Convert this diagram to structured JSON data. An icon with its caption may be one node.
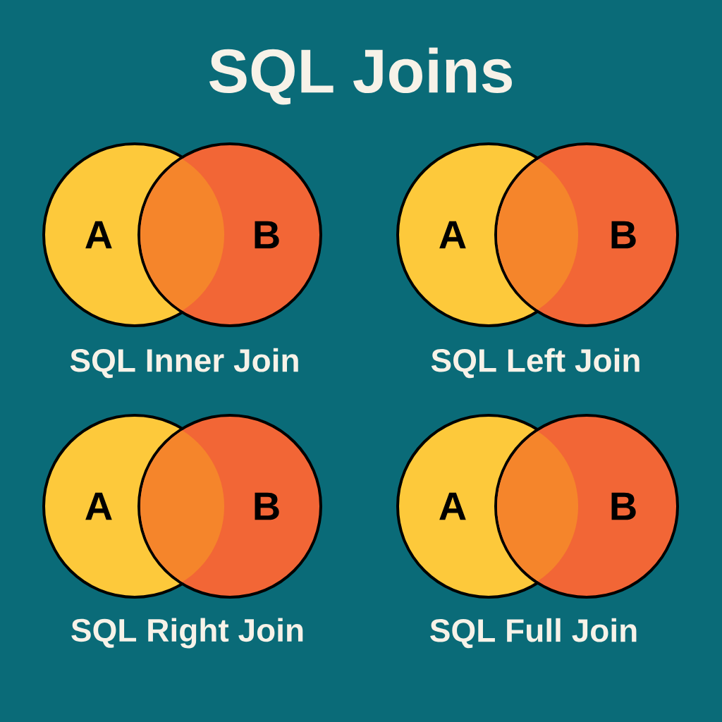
{
  "diagram": {
    "title": "SQL Joins",
    "nodes": [
      {
        "text": [
          "A"
        ]
      },
      {
        "text": [
          "B"
        ]
      },
      {
        "text": [
          "A"
        ]
      },
      {
        "text": [
          "B"
        ]
      },
      {
        "text": [
          "A"
        ]
      },
      {
        "text": [
          "B"
        ]
      },
      {
        "text": [
          "A"
        ]
      },
      {
        "text": [
          "B"
        ]
      }
    ],
    "labels": [
      "SQL Inner Join",
      "SQL Left Join",
      "SQL Right Join",
      "SQL Full Join"
    ]
  }
}
